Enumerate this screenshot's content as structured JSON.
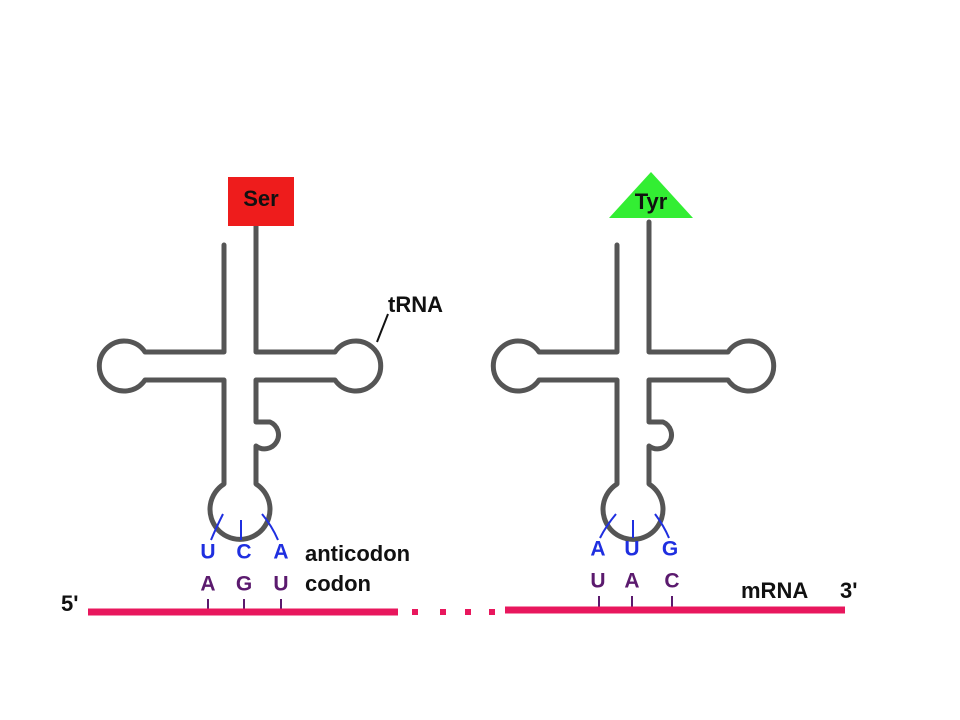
{
  "colors": {
    "trna_outline": "#555555",
    "mrna_strand": "#e8175d",
    "anticodon_base": "#1f2fe0",
    "codon_base": "#5b1a6e",
    "ser_box": "#ee1c1c",
    "tyr_triangle": "#33ee33",
    "text": "#111111"
  },
  "labels": {
    "trna": "tRNA",
    "anticodon": "anticodon",
    "codon": "codon",
    "mrna": "mRNA",
    "five_prime": "5'",
    "three_prime": "3'"
  },
  "trna_left": {
    "amino_acid": "Ser",
    "amino_acid_shape": "rectangle",
    "anticodon": [
      "U",
      "C",
      "A"
    ],
    "codon": [
      "A",
      "G",
      "U"
    ]
  },
  "trna_right": {
    "amino_acid": "Tyr",
    "amino_acid_shape": "triangle",
    "anticodon": [
      "A",
      "U",
      "G"
    ],
    "codon": [
      "U",
      "A",
      "C"
    ]
  }
}
